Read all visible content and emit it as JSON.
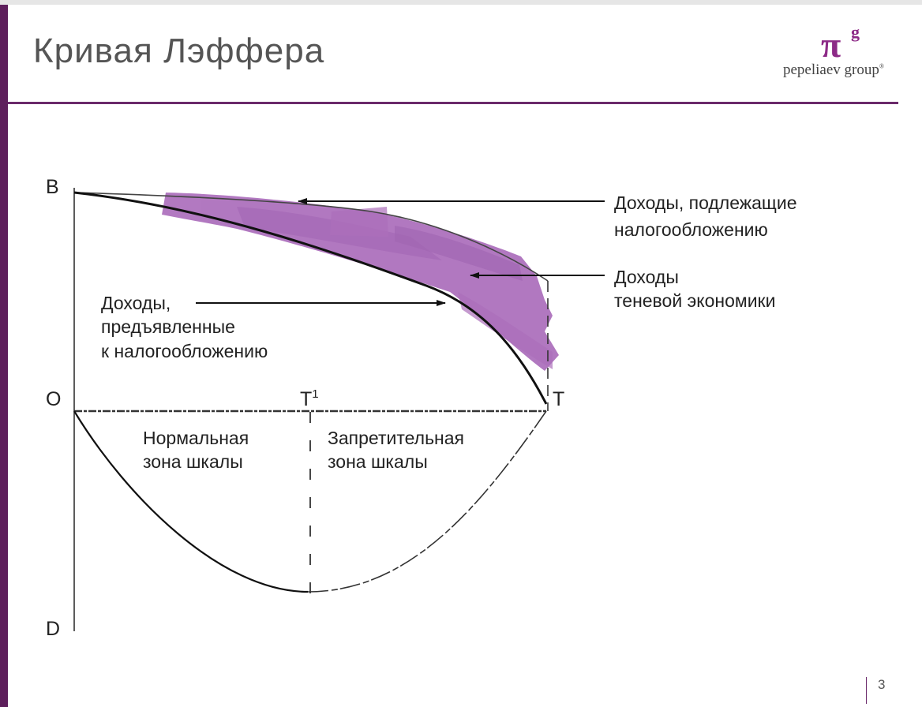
{
  "slide": {
    "title": "Кривая Лэффера",
    "page_number": "3"
  },
  "logo": {
    "symbol": "π",
    "superscript": "g",
    "name": "pepeliaev group",
    "color": "#8d2a87"
  },
  "diagram": {
    "axis_labels": {
      "b": "B",
      "o": "O",
      "d": "D",
      "t1": "T",
      "t1_sup": "1",
      "t": "T"
    },
    "annotations": {
      "taxable": [
        "Доходы, подлежащие",
        "налогообложению"
      ],
      "shadow": [
        "Доходы",
        "теневой экономики"
      ],
      "declared": [
        "Доходы,",
        "предъявленные",
        "к налогообложению"
      ],
      "normal_zone": [
        "Нормальная",
        "зона шкалы"
      ],
      "prohibitive_zone": [
        "Запретительная",
        "зона шкалы"
      ]
    },
    "colors": {
      "shadow_fill": "#a15bb3",
      "curve": "#111111",
      "accent": "#6b2a6b"
    }
  }
}
